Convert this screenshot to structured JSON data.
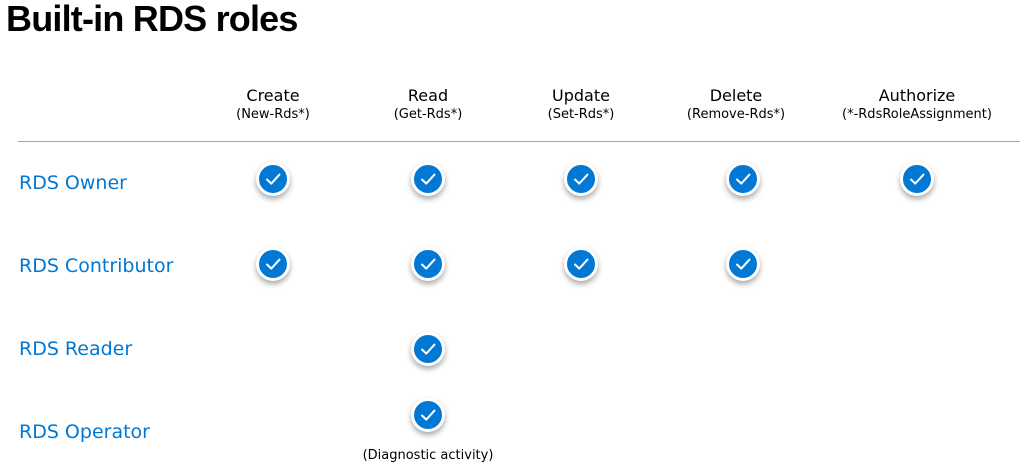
{
  "title": "Built-in RDS roles",
  "columns": [
    {
      "operation": "Create",
      "cmdlet": "(New-Rds*)"
    },
    {
      "operation": "Read",
      "cmdlet": "(Get-Rds*)"
    },
    {
      "operation": "Update",
      "cmdlet": "(Set-Rds*)"
    },
    {
      "operation": "Delete",
      "cmdlet": "(Remove-Rds*)"
    },
    {
      "operation": "Authorize",
      "cmdlet": "(*-RdsRoleAssignment)"
    }
  ],
  "roles": [
    {
      "name": "RDS Owner",
      "permissions": [
        true,
        true,
        true,
        true,
        true
      ]
    },
    {
      "name": "RDS Contributor",
      "permissions": [
        true,
        true,
        true,
        true,
        false
      ]
    },
    {
      "name": "RDS Reader",
      "permissions": [
        false,
        true,
        false,
        false,
        false
      ]
    },
    {
      "name": "RDS Operator",
      "permissions": [
        false,
        true,
        false,
        false,
        false
      ]
    }
  ],
  "operator_note": "(Diagnostic activity)",
  "icon": "checkmark-circle-icon",
  "colors": {
    "accent": "#0078d4",
    "text": "#000000",
    "divider": "#a6a6a6"
  }
}
